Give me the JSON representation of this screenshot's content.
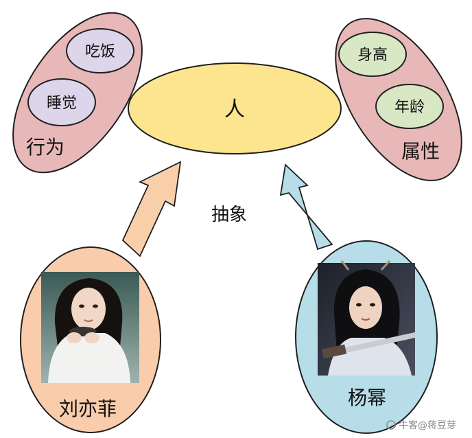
{
  "center": {
    "label": "人"
  },
  "left_group": {
    "label": "行为",
    "items": [
      "吃饭",
      "睡觉"
    ]
  },
  "right_group": {
    "label": "属性",
    "items": [
      "身高",
      "年龄"
    ]
  },
  "abstraction_label": "抽象",
  "instances": [
    {
      "name": "刘亦菲"
    },
    {
      "name": "杨幂"
    }
  ],
  "watermark": {
    "text": "牛客@蒋豆芽",
    "icon": "niuke-logo-icon"
  },
  "colors": {
    "center_fill": "#fde58f",
    "group_fill": "#e8b7b8",
    "behavior_fill": "#ddd6ea",
    "attribute_fill": "#d8e7c4",
    "left_instance_fill": "#f9ccab",
    "right_instance_fill": "#b6dde8",
    "left_arrow_fill": "#f9cfaa",
    "right_arrow_fill": "#b6dde8",
    "stroke": "#1f1f1f"
  }
}
